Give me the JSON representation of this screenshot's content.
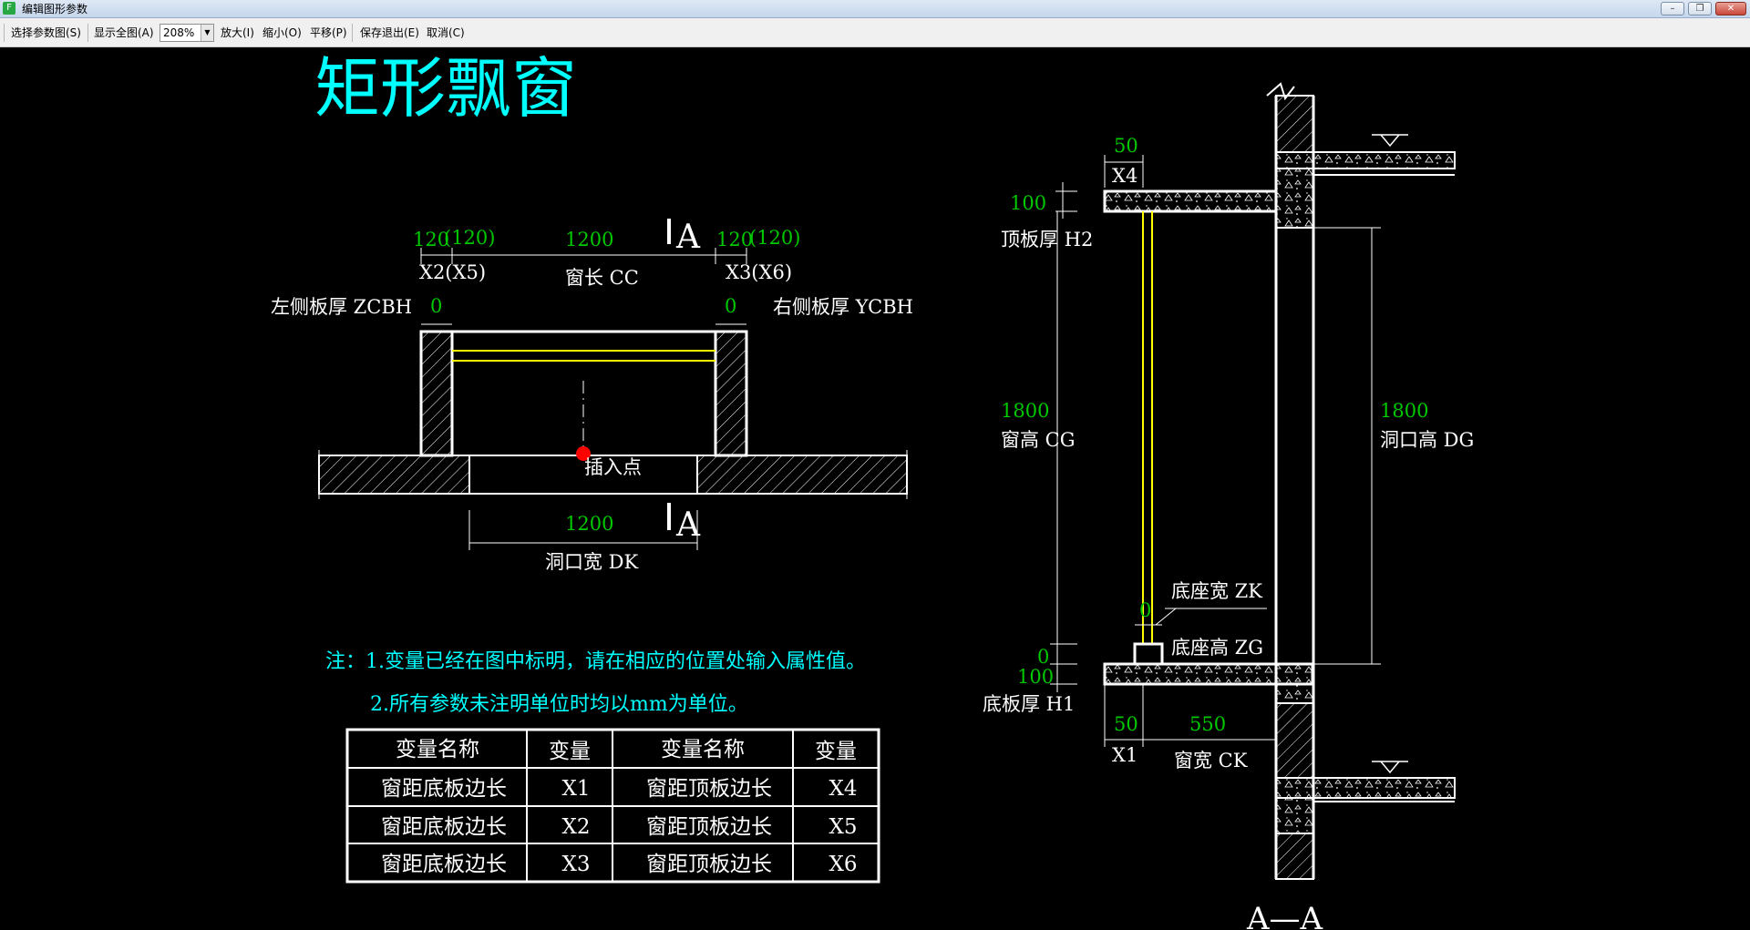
{
  "window": {
    "icon": "F",
    "title": "编辑图形参数",
    "min": "–",
    "max": "❐",
    "close": "✕"
  },
  "toolbar": {
    "select_param_map": "选择参数图(S)",
    "show_all": "显示全图(A)",
    "zoom_value": "208%",
    "zoom_arrow": "▼",
    "zoom_in": "放大(I)",
    "zoom_out": "缩小(O)",
    "pan": "平移(P)",
    "save_exit": "保存退出(E)",
    "cancel": "取消(C)"
  },
  "drawing": {
    "title": "矩形飘窗",
    "plan": {
      "d_120_left": "120",
      "d_120_left_paren": "(120)",
      "d_1200_top": "1200",
      "d_120_right": "120",
      "d_120_right_paren": "(120)",
      "x2x5": "X2(X5)",
      "window_length": "窗长 CC",
      "x3x6": "X3(X6)",
      "left_thickness": "左侧板厚 ZCBH",
      "left_zero": "0",
      "right_zero": "0",
      "right_thickness": "右侧板厚 YCBH",
      "insert_point": "插入点",
      "d_1200_bottom": "1200",
      "opening_width": "洞口宽 DK",
      "section_mark_top": "A",
      "section_mark_bottom": "A"
    },
    "section": {
      "d_50_top": "50",
      "x4": "X4",
      "d_100_top": "100",
      "top_plate": "顶板厚 H2",
      "d_1800_left": "1800",
      "window_height": "窗高 CG",
      "d_1800_right": "1800",
      "opening_height": "洞口高 DG",
      "base_width": "底座宽 ZK",
      "d_0_base": "0",
      "base_height": "底座高 ZG",
      "d_0_left": "0",
      "d_100_bottom": "100",
      "bottom_plate": "底板厚 H1",
      "d_50_bottom": "50",
      "d_550": "550",
      "x1": "X1",
      "window_width": "窗宽 CK",
      "section_label": "A—A"
    },
    "notes": {
      "line1": "注：1.变量已经在图中标明，请在相应的位置处输入属性值。",
      "line2": "2.所有参数未注明单位时均以mm为单位。"
    },
    "table": {
      "headers": [
        "变量名称",
        "变量",
        "变量名称",
        "变量"
      ],
      "rows": [
        [
          "窗距底板边长",
          "X1",
          "窗距顶板边长",
          "X4"
        ],
        [
          "窗距底板边长",
          "X2",
          "窗距顶板边长",
          "X5"
        ],
        [
          "窗距底板边长",
          "X3",
          "窗距顶板边长",
          "X6"
        ]
      ]
    },
    "colors": {
      "background": "#000000",
      "line": "#ffffff",
      "title": "#00ffff",
      "dimension": "#00c800",
      "glass": "#ffff00",
      "insert_point": "#ff0000"
    }
  }
}
